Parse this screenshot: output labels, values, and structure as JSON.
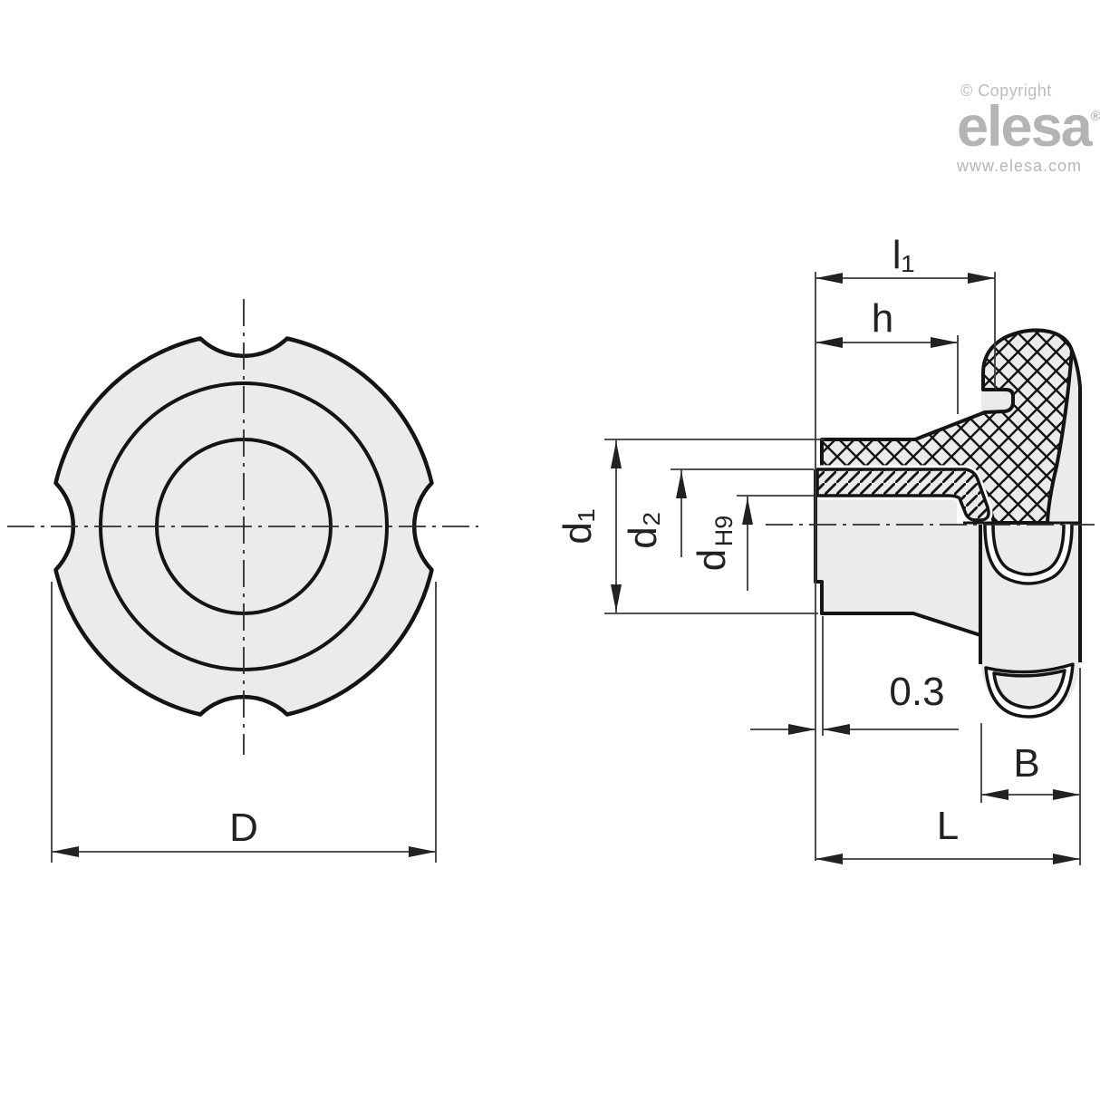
{
  "branding": {
    "copyright": "© Copyright",
    "logo": "elesa",
    "registered": "®",
    "website": "www.elesa.com"
  },
  "front_view": {
    "label_D": "D"
  },
  "side_view": {
    "label_l1": "l₁",
    "label_h": "h",
    "label_d1": "d₁",
    "label_d2": "d₂",
    "label_d": "d",
    "label_d_tolerance": "H9",
    "label_protrusion": "0.3",
    "label_B": "B",
    "label_L": "L"
  },
  "colors": {
    "body_fill": "#ebebeb",
    "outline": "#141414",
    "dimension_line": "#3a3a3a",
    "logo_gray": "#b4b4b4"
  }
}
